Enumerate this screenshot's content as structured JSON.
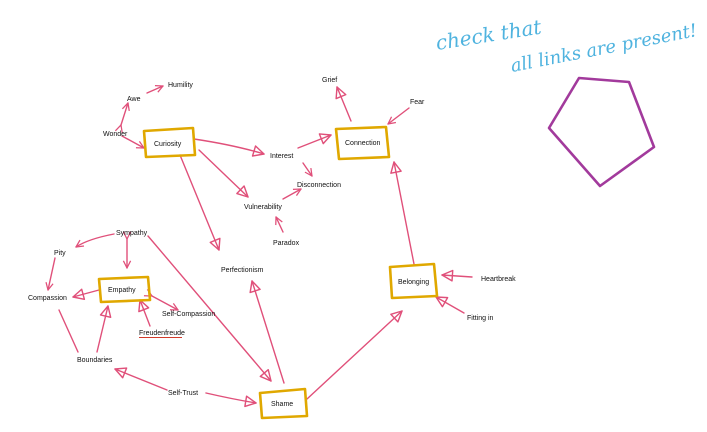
{
  "annotation": {
    "text": "check that all links are present!",
    "color": "#4fb3df"
  },
  "colors": {
    "edge": "#e0507a",
    "box": "#e0a800",
    "pentagon": "#a23a9c"
  },
  "nodes": {
    "humility": "Humility",
    "awe": "Awe",
    "wonder": "Wonder",
    "curiosity": "Curiosity",
    "grief": "Grief",
    "fear": "Fear",
    "connection": "Connection",
    "interest": "Interest",
    "disconnection": "Disconnection",
    "vulnerability": "Vulnerability",
    "paradox": "Paradox",
    "sympathy": "Sympathy",
    "pity": "Pity",
    "empathy": "Empathy",
    "compassion": "Compassion",
    "self_compassion": "Self-Compassion",
    "freudenfreude": "Freudenfreude",
    "perfectionism": "Perfectionism",
    "belonging": "Belonging",
    "heartbreak": "Heartbreak",
    "fitting_in": "Fitting in",
    "boundaries": "Boundaries",
    "self_trust": "Self-Trust",
    "shame": "Shame"
  }
}
